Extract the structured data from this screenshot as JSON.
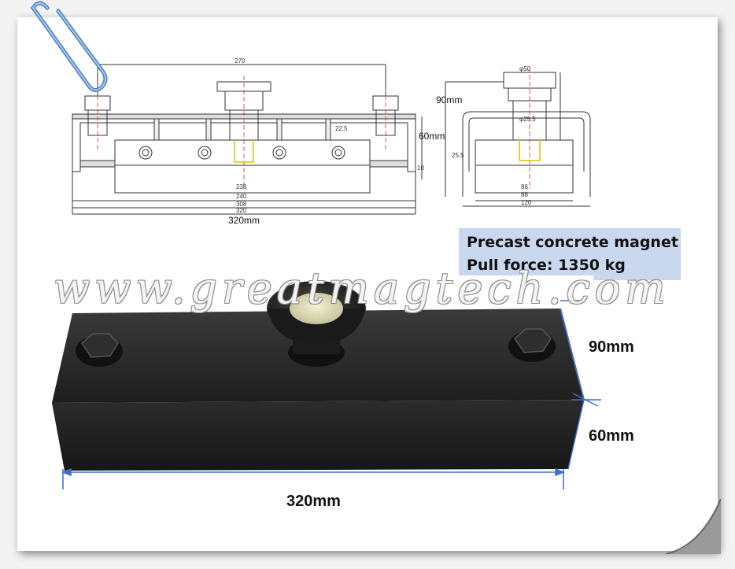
{
  "drawing": {
    "front_view": {
      "dim_top": "270",
      "dim_238": "238",
      "dim_240": "240",
      "dim_308": "308",
      "dim_320": "320",
      "dim_height": "22.5",
      "dim_side": "10",
      "total_length": "320mm",
      "height_label": "60mm"
    },
    "side_view": {
      "dim_top": "φ50",
      "dim_mid": "φ25.5",
      "dim_86": "86",
      "dim_88": "88",
      "dim_120": "120",
      "dim_255": "25.5",
      "height_label": "90mm"
    }
  },
  "info": {
    "line1": "Precast concrete magnet",
    "line2": "Pull force: 1350 kg"
  },
  "watermark": "www.greatmagtech.com",
  "photo": {
    "height_top": "90mm",
    "height_bottom": "60mm",
    "length": "320mm"
  },
  "colors": {
    "background": "#f3f3f3",
    "card": "#ffffff",
    "info_box": "#c9d8ef",
    "dimension_arrow": "#3b6fd0",
    "magnet_body": "#2a2a2a",
    "paperclip": "#4a7fc0"
  }
}
